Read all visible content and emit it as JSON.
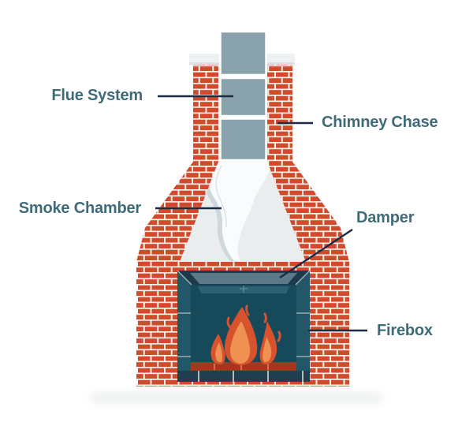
{
  "diagram": {
    "subject": "Fireplace and chimney anatomy diagram",
    "labels": {
      "flue_system": "Flue System",
      "chimney_chase": "Chimney Chase",
      "smoke_chamber": "Smoke Chamber",
      "damper": "Damper",
      "firebox": "Firebox"
    },
    "colors": {
      "background": "#ffffff",
      "brick": "#d14a2c",
      "mortar": "#f5f1ec",
      "flue_tile": "#8aa2ab",
      "crown": "#eef1f1",
      "crown_shade": "#dde3e4",
      "chamber_interior": "#e9edee",
      "smoke": "#fafbfc",
      "smoke_shade": "#c9d3d7",
      "firebox_frame": "#215767",
      "firebox_interior": "#164a5a",
      "damper_housing": "#1d3a4c",
      "damper_plate": "#5b7a86",
      "lintel": "#2b6273",
      "seam_line": "#9bafb6",
      "flame_outer": "#d8522d",
      "flame_inner": "#ef9150",
      "ember": "#a2381f",
      "ember_tick": "#d98a5f",
      "hearth_brick": "#1f3e4f",
      "hearth_joint": "#e8e0d6",
      "shadow": "#e3e7e8",
      "label_text": "#3f6b78",
      "pointer_line": "#1c2c44"
    }
  }
}
